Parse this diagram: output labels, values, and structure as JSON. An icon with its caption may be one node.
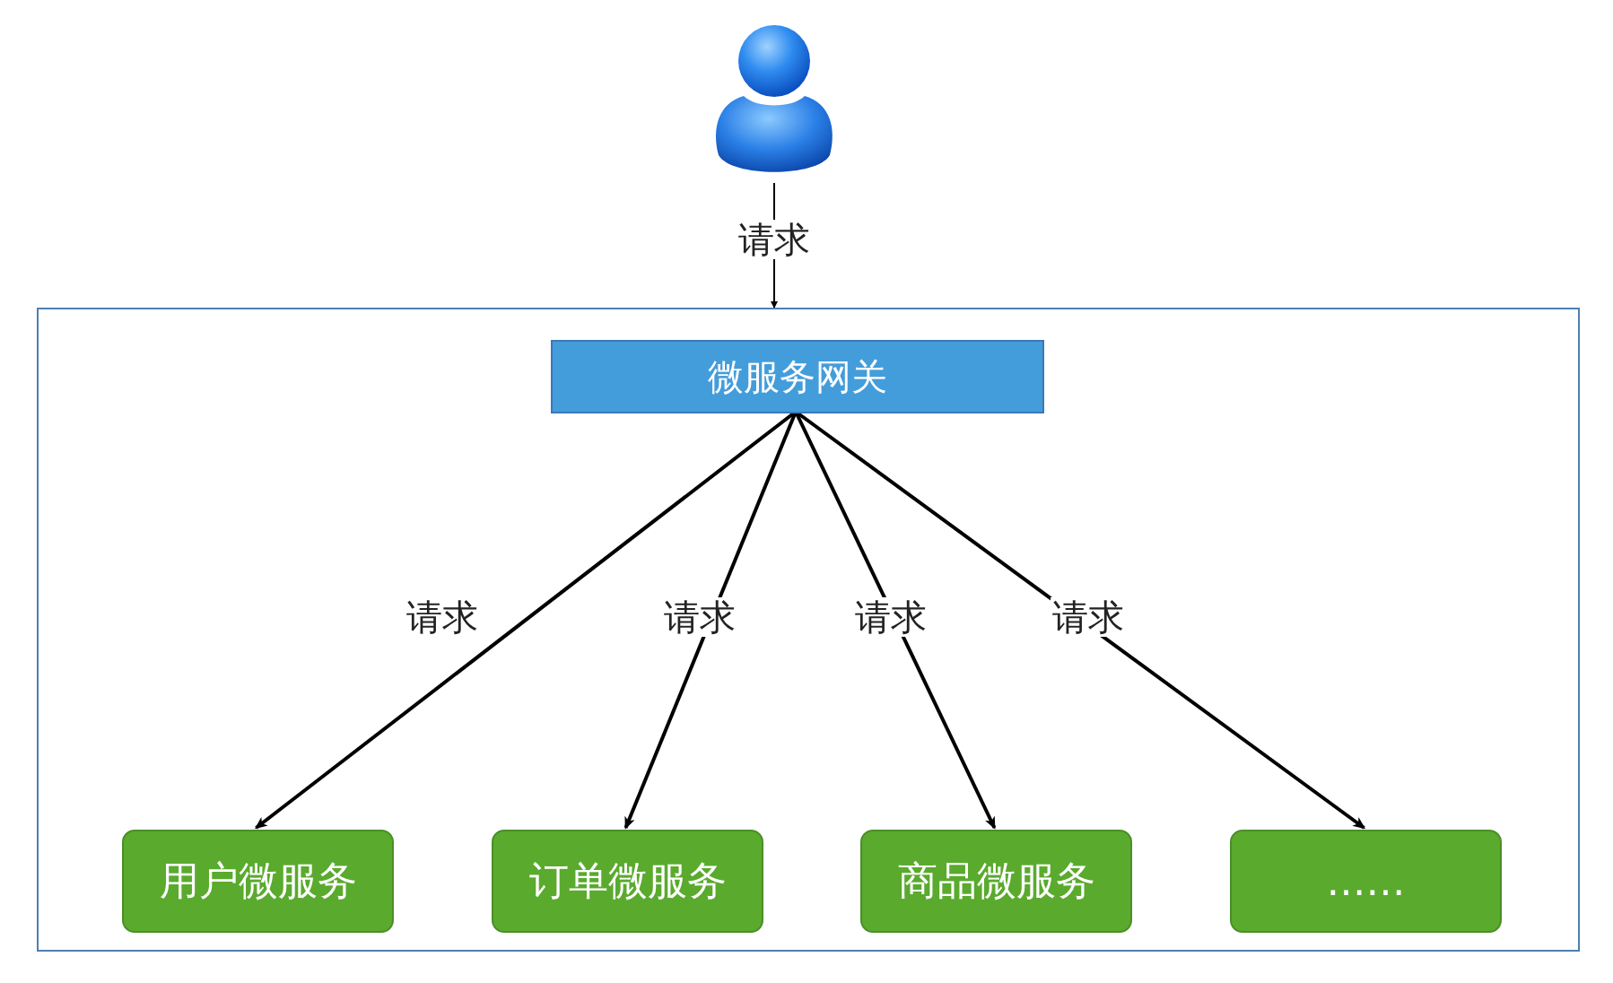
{
  "diagram": {
    "nodes": [
      {
        "text": [],
        "shape": "person"
      },
      {
        "text": [],
        "shape": "box"
      },
      {
        "text": [
          "微服务网关"
        ],
        "in": 1
      },
      {
        "text": [
          "用户微服务"
        ],
        "in": 1
      },
      {
        "text": [
          "订单微服务"
        ],
        "in": 1
      },
      {
        "text": [
          "商品微服务"
        ],
        "in": 1
      },
      {
        "text": [
          "……"
        ],
        "in": 1
      }
    ],
    "edges": [
      {
        "from": 0,
        "to": 1,
        "arrow": "to",
        "label": "请求"
      },
      {
        "from": 2,
        "to": 3,
        "arrow": "to",
        "label": "请求"
      },
      {
        "from": 2,
        "to": 4,
        "arrow": "to",
        "label": "请求"
      },
      {
        "from": 2,
        "to": 5,
        "arrow": "to",
        "label": "请求"
      },
      {
        "from": 2,
        "to": 6,
        "arrow": "to",
        "label": "请求"
      }
    ]
  }
}
